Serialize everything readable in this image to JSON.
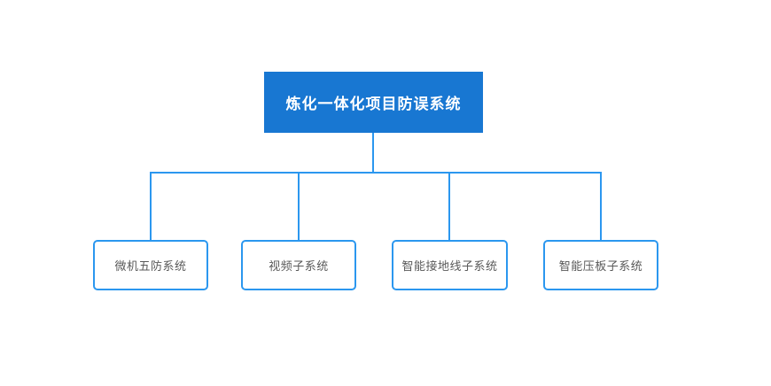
{
  "diagram": {
    "root": {
      "label": "炼化一体化项目防误系统"
    },
    "children": [
      {
        "label": "微机五防系统"
      },
      {
        "label": "视频子系统"
      },
      {
        "label": "智能接地线子系统"
      },
      {
        "label": "智能压板子系统"
      }
    ]
  },
  "colors": {
    "background": "#ffffff",
    "root_fill": "#1877d2",
    "root_text": "#ffffff",
    "connector": "#2b97ef",
    "child_border": "#2b97ef",
    "child_fill": "#ffffff",
    "child_text": "#595959"
  }
}
